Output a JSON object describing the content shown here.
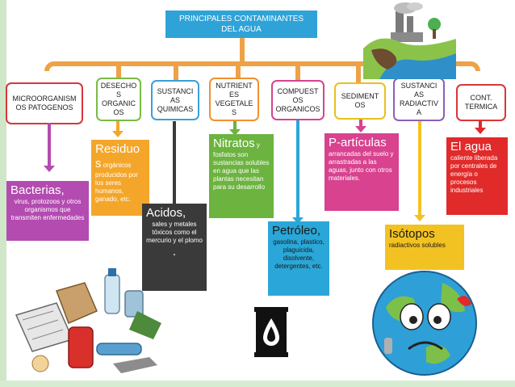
{
  "title": {
    "line1": "PRINCIPALES CONTAMINANTES",
    "line2": "DEL AGUA"
  },
  "categories": [
    {
      "lines": [
        "MICROORGANISM",
        "OS PATOGENOS"
      ]
    },
    {
      "lines": [
        "DESECHO",
        "S",
        "ORGANIC",
        "OS"
      ]
    },
    {
      "lines": [
        "SUSTANCI",
        "AS",
        "QUIMICAS"
      ]
    },
    {
      "lines": [
        "NUTRIENT",
        "ES",
        "VEGETALE",
        "S"
      ]
    },
    {
      "lines": [
        "COMPUEST",
        "OS",
        "ORGANICOS"
      ]
    },
    {
      "lines": [
        "SEDIMENT",
        "OS"
      ]
    },
    {
      "lines": [
        "SUSTANCI",
        "AS",
        "RADIACTIV",
        "A"
      ]
    },
    {
      "lines": [
        "CONT.",
        "TERMICA"
      ]
    }
  ],
  "descriptions": {
    "bacterias": {
      "head": "Bacterias,",
      "text": "virus, protozoos y otros organismos que transmiten enfermedades"
    },
    "residuos": {
      "head": "Residuo",
      "head2": "s",
      "text": "orgánicos producidos por los seres humanos, ganado, etc."
    },
    "acidos": {
      "head": "Acidos,",
      "text": "sales y metales tóxicos como el mercurio y el plomo",
      "end": "."
    },
    "nitratos": {
      "head": "Nitratos",
      "head_tail": "y",
      "text": "fosfatos son sustancias solubles en agua que las plantas necesitan para su desarrollo"
    },
    "petroleo": {
      "head": "Petróleo,",
      "text": "gasolina, plastico, plaguicida, disolvente, detergentes, etc."
    },
    "particulas": {
      "head": "P-artículas",
      "text": "arrancadas del suelo y arrastradas a las aguas, junto con otros materiales."
    },
    "isotopos": {
      "head": "Isótopos",
      "text": "radiactivos solubles"
    },
    "agua": {
      "head": "El agua",
      "text": "caliente liberada por centrales de energía o procesos industriales"
    }
  },
  "colors": {
    "title_bg": "#2fa3d8",
    "connector": "#eea247",
    "bacterias": "#b34bb0",
    "residuos": "#f4a62a",
    "acidos": "#3a3a3a",
    "nitratos": "#6cb33f",
    "petroleo": "#2aa7d8",
    "particulas": "#d8428f",
    "isotopos": "#f2c223",
    "agua": "#e12a2a"
  }
}
